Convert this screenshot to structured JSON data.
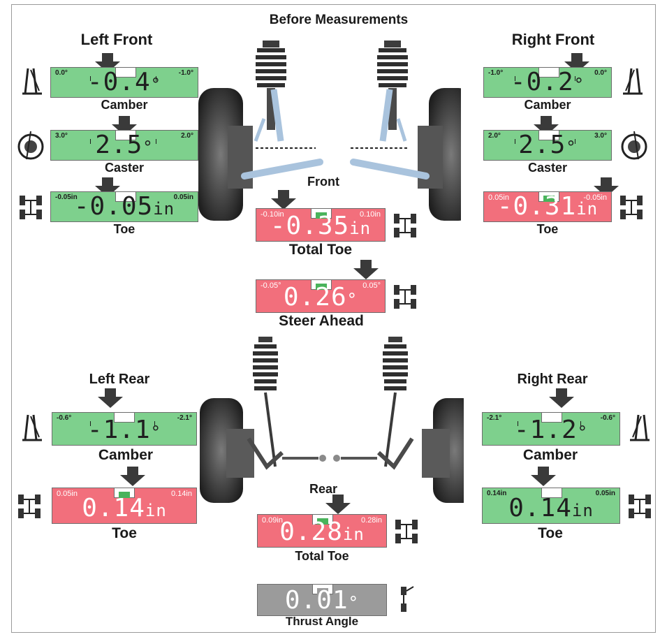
{
  "title": "Before Measurements",
  "headers": {
    "left_front": "Left Front",
    "right_front": "Right Front",
    "left_rear": "Left Rear",
    "right_rear": "Right Rear",
    "front": "Front",
    "rear": "Rear"
  },
  "gauges": {
    "lf_camber": {
      "label": "Camber",
      "min": "0.0°",
      "max": "-1.0°",
      "value": "-0.4",
      "unit": "°",
      "status": "green"
    },
    "lf_caster": {
      "label": "Caster",
      "min": "3.0°",
      "max": "2.0°",
      "value": "2.5",
      "unit": "°",
      "status": "green"
    },
    "lf_toe": {
      "label": "Toe",
      "min": "-0.05in",
      "max": "0.05in",
      "value": "-0.05",
      "unit": "in",
      "status": "green"
    },
    "rf_camber": {
      "label": "Camber",
      "min": "-1.0°",
      "max": "0.0°",
      "value": "-0.2",
      "unit": "°",
      "status": "green"
    },
    "rf_caster": {
      "label": "Caster",
      "min": "2.0°",
      "max": "3.0°",
      "value": "2.5",
      "unit": "°",
      "status": "green"
    },
    "rf_toe": {
      "label": "Toe",
      "min": "0.05in",
      "max": "-0.05in",
      "value": "-0.31",
      "unit": "in",
      "status": "red"
    },
    "front_total_toe": {
      "label": "Total Toe",
      "min": "-0.10in",
      "max": "0.10in",
      "value": "-0.35",
      "unit": "in",
      "status": "red"
    },
    "steer_ahead": {
      "label": "Steer Ahead",
      "min": "-0.05°",
      "max": "0.05°",
      "value": "0.26",
      "unit": "°",
      "status": "red"
    },
    "lr_camber": {
      "label": "Camber",
      "min": "-0.6°",
      "max": "-2.1°",
      "value": "-1.1",
      "unit": "°",
      "status": "green"
    },
    "lr_toe": {
      "label": "Toe",
      "min": "0.05in",
      "max": "0.14in",
      "value": "0.14",
      "unit": "in",
      "status": "red"
    },
    "rr_camber": {
      "label": "Camber",
      "min": "-2.1°",
      "max": "-0.6°",
      "value": "-1.2",
      "unit": "°",
      "status": "green"
    },
    "rr_toe": {
      "label": "Toe",
      "min": "0.14in",
      "max": "0.05in",
      "value": "0.14",
      "unit": "in",
      "status": "green"
    },
    "rear_total_toe": {
      "label": "Total Toe",
      "min": "0.09in",
      "max": "0.28in",
      "value": "0.28",
      "unit": "in",
      "status": "red"
    },
    "thrust_angle": {
      "label": "Thrust Angle",
      "min": "",
      "max": "",
      "value": "0.01",
      "unit": "°",
      "status": "gray"
    }
  },
  "icons": {
    "camber": "camber-icon",
    "caster": "caster-wheel-icon",
    "toe": "toe-icon",
    "thrust": "thrust-icon"
  },
  "colors": {
    "in_spec": "#7ed08d",
    "out_of_spec": "#f26f7c",
    "neutral": "#9b9b9b",
    "arrow": "#3a3a3a",
    "strut": "#3c3c3c",
    "arm": "#a9c3dd"
  }
}
